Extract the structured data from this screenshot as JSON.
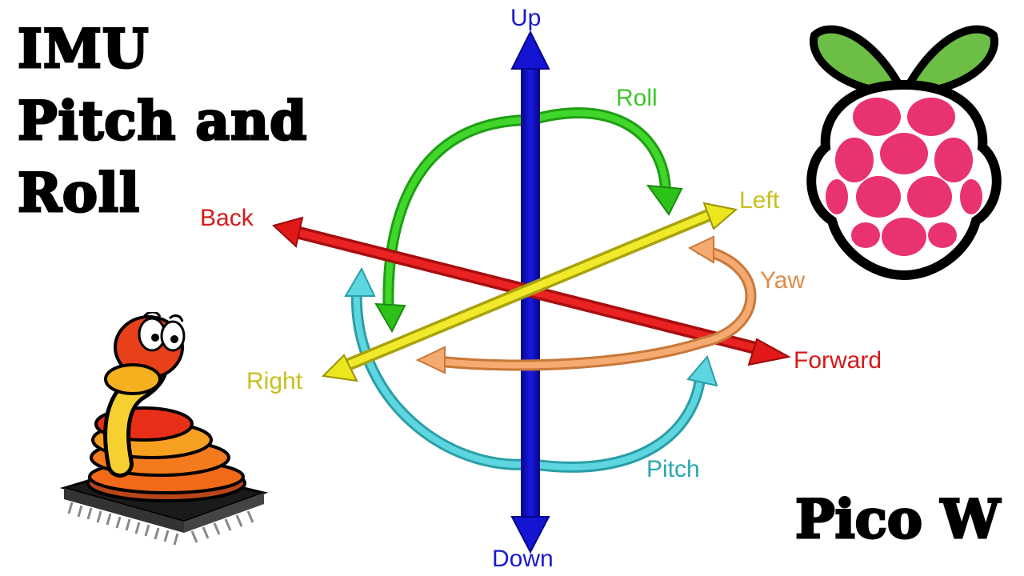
{
  "title": {
    "line1": "IMU",
    "line2": "Pitch and",
    "line3": "Roll"
  },
  "product_title": "Pico W",
  "axes": {
    "up": "Up",
    "down": "Down",
    "back": "Back",
    "forward": "Forward",
    "left": "Left",
    "right": "Right"
  },
  "rotations": {
    "roll": "Roll",
    "yaw": "Yaw",
    "pitch": "Pitch"
  },
  "colors": {
    "vertical_axis": "#0a0ac8",
    "forward_back_axis": "#e01818",
    "left_right_axis": "#e6e01a",
    "roll_arc": "#32c81e",
    "yaw_arc": "#f0a064",
    "pitch_arc": "#46c8d2",
    "up_down_label": "#1a1acc",
    "forward_back_label": "#d41a1a",
    "left_right_label": "#c8c01e",
    "roll_label": "#3cc828",
    "yaw_label": "#e08a4a",
    "pitch_label": "#2aa8b0",
    "raspberry_body": "#e8336e",
    "raspberry_leaf": "#6cbe45"
  },
  "icons": {
    "top_right": "raspberry-pi-logo-icon",
    "bottom_left": "micropython-snake-chip-icon"
  }
}
